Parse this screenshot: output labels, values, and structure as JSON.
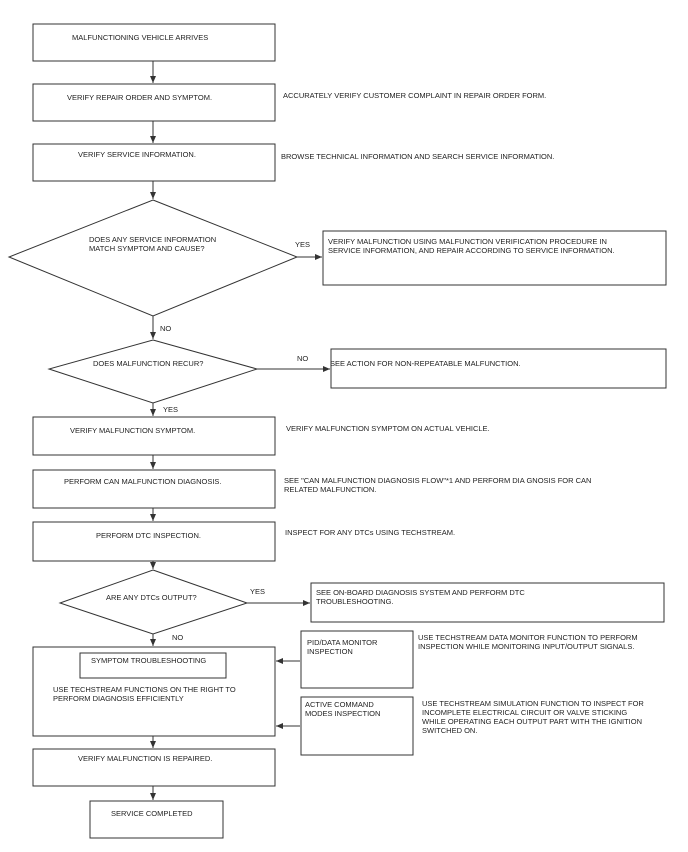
{
  "flow": {
    "start": "MALFUNCTIONING VEHICLE ARRIVES",
    "verify_repair_order": {
      "label": "VERIFY REPAIR ORDER AND SYMPTOM.",
      "note": "ACCURATELY VERIFY CUSTOMER COMPLAINT IN REPAIR ORDER FORM."
    },
    "verify_service_info": {
      "label": "VERIFY SERVICE INFORMATION.",
      "note": "BROWSE TECHNICAL INFORMATION AND SEARCH SERVICE INFORMATION."
    },
    "decision_service_info": {
      "line1": "DOES ANY SERVICE INFORMATION",
      "line2": "MATCH SYMPTOM AND CAUSE?",
      "yes_label": "YES",
      "no_label": "NO",
      "yes_action_line1": "VERIFY MALFUNCTION USING MALFUNCTION VERIFICATION PROCEDURE IN",
      "yes_action_line2": "SERVICE INFORMATION, AND REPAIR ACCORDING TO SERVICE INFORMATION."
    },
    "decision_recur": {
      "label": "DOES MALFUNCTION RECUR?",
      "no_label": "NO",
      "yes_label": "YES",
      "no_action": "SEE ACTION FOR NON-REPEATABLE MALFUNCTION."
    },
    "verify_symptom": {
      "label": "VERIFY MALFUNCTION SYMPTOM.",
      "note": "VERIFY MALFUNCTION SYMPTOM ON ACTUAL VEHICLE."
    },
    "can_diagnosis": {
      "label": "PERFORM CAN MALFUNCTION DIAGNOSIS.",
      "note_line1": "SEE \"CAN MALFUNCTION DIAGNOSIS FLOW\"*1 AND PERFORM DIA GNOSIS FOR CAN",
      "note_line2": "RELATED MALFUNCTION."
    },
    "dtc_inspection": {
      "label": "PERFORM DTC INSPECTION.",
      "note": "INSPECT FOR ANY DTCs USING TECHSTREAM."
    },
    "decision_dtc": {
      "label": "ARE ANY DTCs OUTPUT?",
      "yes_label": "YES",
      "no_label": "NO",
      "yes_action_line1": "SEE ON-BOARD DIAGNOSIS SYSTEM AND PERFORM DTC",
      "yes_action_line2": "TROUBLESHOOTING."
    },
    "symptom_troubleshooting": {
      "title": "SYMPTOM TROUBLESHOOTING",
      "desc_line1": "USE TECHSTREAM FUNCTIONS ON THE RIGHT TO",
      "desc_line2": "PERFORM DIAGNOSIS EFFICIENTLY"
    },
    "pid_monitor": {
      "line1": "PID/DATA MONITOR",
      "line2": "INSPECTION",
      "note_line1": "USE TECHSTREAM DATA MONITOR FUNCTION TO PERFORM",
      "note_line2": "INSPECTION WHILE MONITORING INPUT/OUTPUT SIGNALS."
    },
    "active_command": {
      "line1": "ACTIVE COMMAND",
      "line2": "MODES INSPECTION",
      "note_line1": "USE TECHSTREAM SIMULATION FUNCTION TO INSPECT FOR",
      "note_line2": "INCOMPLETE ELECTRICAL CIRCUIT OR VALVE STICKING",
      "note_line3": "WHILE OPERATING EACH OUTPUT PART WITH THE IGNITION",
      "note_line4": "SWITCHED ON."
    },
    "verify_repaired": "VERIFY MALFUNCTION IS REPAIRED.",
    "end": "SERVICE COMPLETED"
  }
}
